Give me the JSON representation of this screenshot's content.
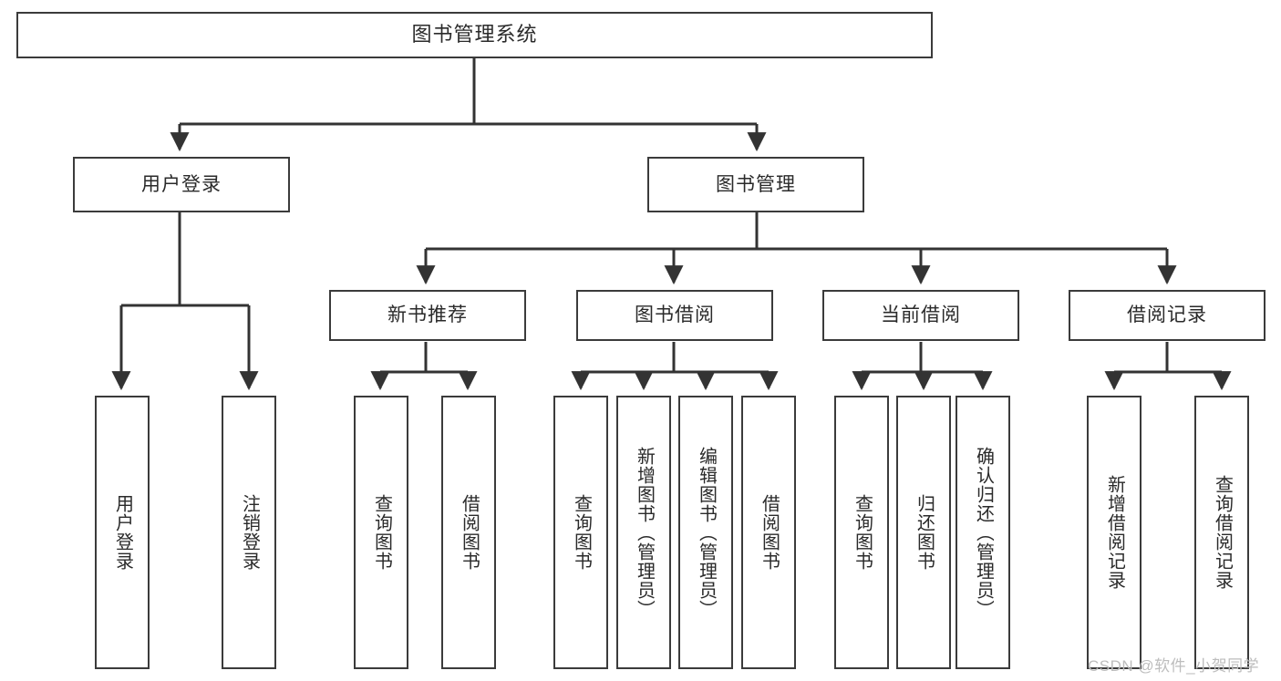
{
  "diagram": {
    "title": "图书管理系统",
    "type": "tree-hierarchy",
    "watermark": "CSDN @软件_小贺同学",
    "colors": {
      "box_border": "#3b3b3b",
      "box_fill": "#ffffff",
      "edge": "#333333",
      "text": "#2a2a2a",
      "watermark": "#bdbdbd",
      "background": "#ffffff"
    },
    "root": {
      "label": "图书管理系统"
    },
    "level1": [
      {
        "label": "用户登录"
      },
      {
        "label": "图书管理"
      }
    ],
    "level2": [
      {
        "label": "新书推荐"
      },
      {
        "label": "图书借阅"
      },
      {
        "label": "当前借阅"
      },
      {
        "label": "借阅记录"
      }
    ],
    "leaves": {
      "user_login": [
        {
          "label": "用户登录"
        },
        {
          "label": "注销登录"
        }
      ],
      "new_book_recommend": [
        {
          "label": "查询图书"
        },
        {
          "label": "借阅图书"
        }
      ],
      "book_borrow": [
        {
          "label": "查询图书"
        },
        {
          "label": "新增图书（管理员）"
        },
        {
          "label": "编辑图书（管理员）"
        },
        {
          "label": "借阅图书"
        }
      ],
      "current_borrow": [
        {
          "label": "查询图书"
        },
        {
          "label": "归还图书"
        },
        {
          "label": "确认归还（管理员）"
        }
      ],
      "borrow_record": [
        {
          "label": "新增借阅记录"
        },
        {
          "label": "查询借阅记录"
        }
      ]
    }
  }
}
